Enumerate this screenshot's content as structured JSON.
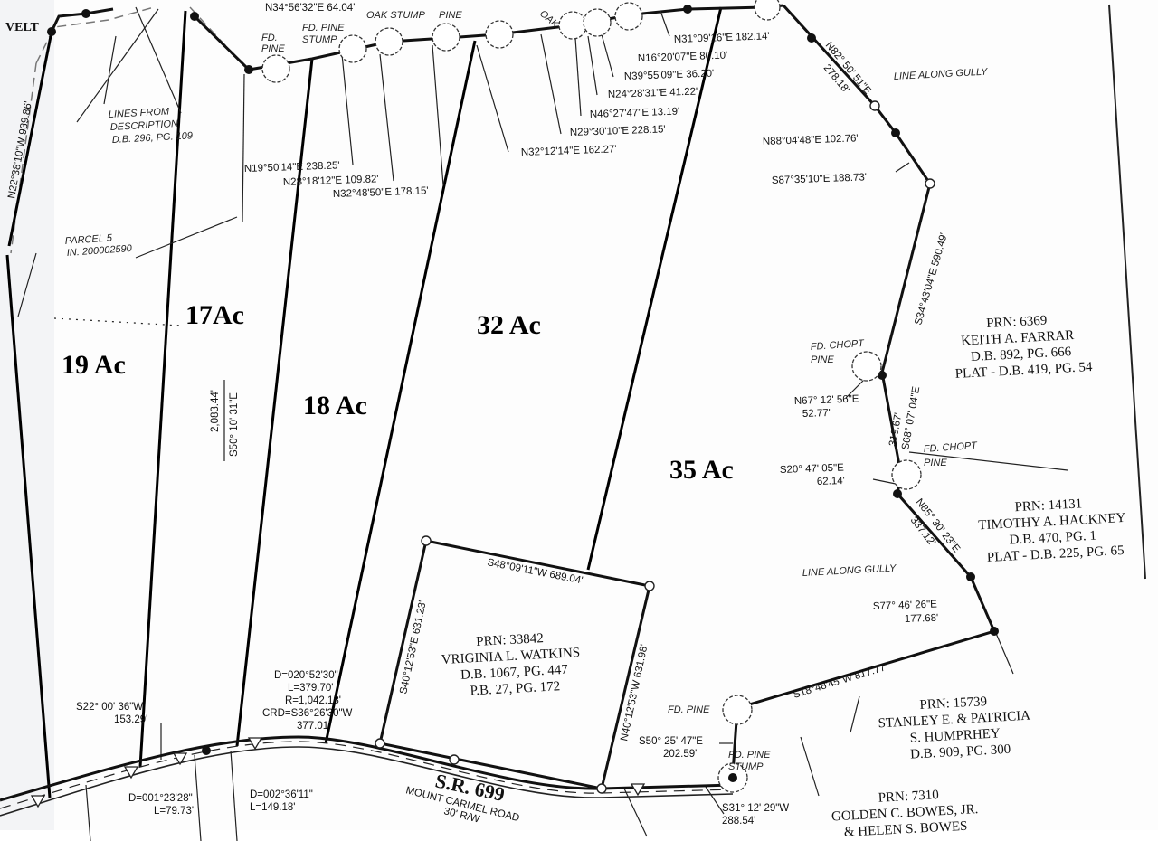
{
  "acreage": {
    "a19": "19 Ac",
    "a17": "17Ac",
    "a18": "18 Ac",
    "a32": "32 Ac",
    "a35": "35 Ac"
  },
  "notes": {
    "velt": "VELT",
    "lines_from_1": "LINES FROM",
    "lines_from_2": "DESCRIPTION",
    "lines_from_3": "D.B. 296, PG. 109",
    "parcel5_1": "PARCEL 5",
    "parcel5_2": "IN. 200002590",
    "fd_pine": "FD.",
    "fd_pine2": "PINE",
    "fd_pine_stump1": "FD. PINE",
    "fd_pine_stump2": "STUMP",
    "oak_stump": "OAK STUMP",
    "pine": "PINE",
    "oak": "OAK",
    "line_along_gully": "LINE ALONG GULLY",
    "line_along_gully2": "LINE ALONG GULLY",
    "fd_chopt_pine1": "FD. CHOPT",
    "fd_chopt_pine2": "PINE",
    "fd_chopt_pine3": "FD. CHOPT",
    "fd_chopt_pine4": "PINE",
    "fd_pine_b": "FD. PINE",
    "fd_pine_stump_b1": "FD. PINE",
    "fd_pine_stump_b2": "STUMP"
  },
  "bearings": {
    "n22": "N22°38'10\"W 939.86'",
    "n34": "N34°56'32\"E 64.04'",
    "n19": "N19°50'14\"E 238.25'",
    "n28": "N28°18'12\"E 109.82'",
    "n32_48": "N32°48'50\"E 178.15'",
    "n32_12": "N32°12'14\"E 162.27'",
    "n29": "N29°30'10\"E 228.15'",
    "n46": "N46°27'47\"E 13.19'",
    "n24": "N24°28'31\"E 41.22'",
    "n39": "N39°55'09\"E 36.20'",
    "n16": "N16°20'07\"E 80.10'",
    "n31": "N31°09'16\"E 182.14'",
    "n82": "N82° 50' 51\"E",
    "n82d": "278.18'",
    "n88": "N88°04'48\"E 102.76'",
    "s87": "S87°35'10\"E 188.73'",
    "s34": "S34°43'04\"E 590.49'",
    "n67": "N67° 12' 56\"E",
    "n67d": "52.77'",
    "s68": "S68° 07' 04\"E",
    "s68d": "319.67'",
    "s20": "S20° 47' 05\"E",
    "s20d": "62.14'",
    "n85": "N85° 30' 23\"E",
    "n85d": "337.12'",
    "s77": "S77° 46' 26\"E",
    "s77d": "177.68'",
    "s18": "S18°48'45\"W 817.77'",
    "s50_25": "S50° 25' 47\"E",
    "s50_25d": "202.59'",
    "s31": "S31° 12' 29\"W",
    "s31d": "288.54'",
    "s48": "S48°09'11\"W 689.04'",
    "s40": "S40°12'53\"E 631.23'",
    "n40": "N40°12'53\"W 631.98'",
    "s22": "S22° 00' 36\"W",
    "s22d": "153.29'",
    "d2083": "2,083.44'",
    "s50_10": "S50° 10' 31\"E"
  },
  "curves": {
    "c1_d": "D=020°52'30\"",
    "c1_l": "L=379.70'",
    "c1_r": "R=1,042.18'",
    "c1_crd": "CRD=S36°26'30\"W",
    "c1_len": "377.01'",
    "c2_d": "D=001°23'28\"",
    "c2_l": "L=79.73'",
    "c3_d": "D=002°36'11\"",
    "c3_l": "L=149.18'"
  },
  "road": {
    "name": "S.R. 699",
    "street": "MOUNT CARMEL ROAD",
    "row": "30' R/W"
  },
  "parcels": {
    "farrar": [
      "PRN: 6369",
      "KEITH A. FARRAR",
      "D.B. 892, PG. 666",
      "PLAT - D.B. 419, PG. 54"
    ],
    "hackney": [
      "PRN: 14131",
      "TIMOTHY A. HACKNEY",
      "D.B. 470, PG. 1",
      "PLAT - D.B. 225, PG. 65"
    ],
    "watkins": [
      "PRN: 33842",
      "VRIGINIA L. WATKINS",
      "D.B. 1067, PG. 447",
      "P.B. 27, PG. 172"
    ],
    "humphrey": [
      "PRN: 15739",
      "STANLEY E. & PATRICIA",
      "S. HUMPRHEY",
      "D.B. 909, PG. 300"
    ],
    "bowes": [
      "PRN: 7310",
      "GOLDEN C. BOWES, JR.",
      "& HELEN S. BOWES"
    ]
  }
}
